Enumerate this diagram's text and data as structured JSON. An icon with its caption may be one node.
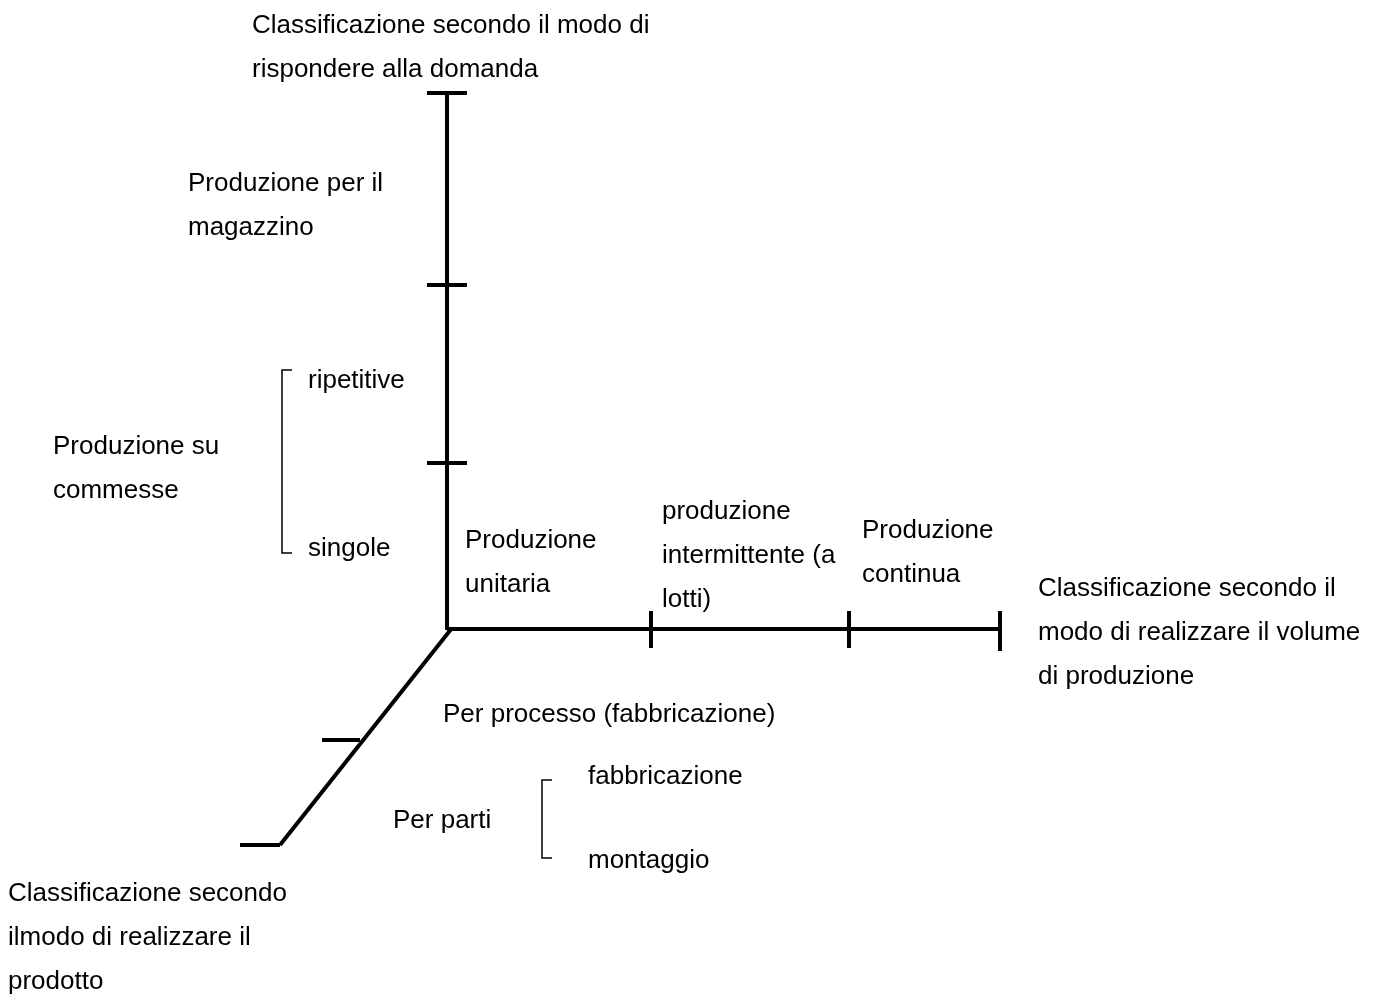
{
  "diagram": {
    "labels": [
      "Classificazione secondo il modo di rispondere alla domanda",
      "Produzione per il magazzino",
      "ripetitive",
      "Produzione su commesse",
      "singole",
      "Produzione unitaria",
      "produzione intermittente (a lotti)",
      "Produzione continua",
      "Classificazione secondo il modo di realizzare il volume di produzione",
      "Per processo (fabbricazione)",
      "Per parti",
      "fabbricazione",
      "montaggio",
      "Classificazione secondo ilmodo di realizzare il prodotto"
    ]
  }
}
